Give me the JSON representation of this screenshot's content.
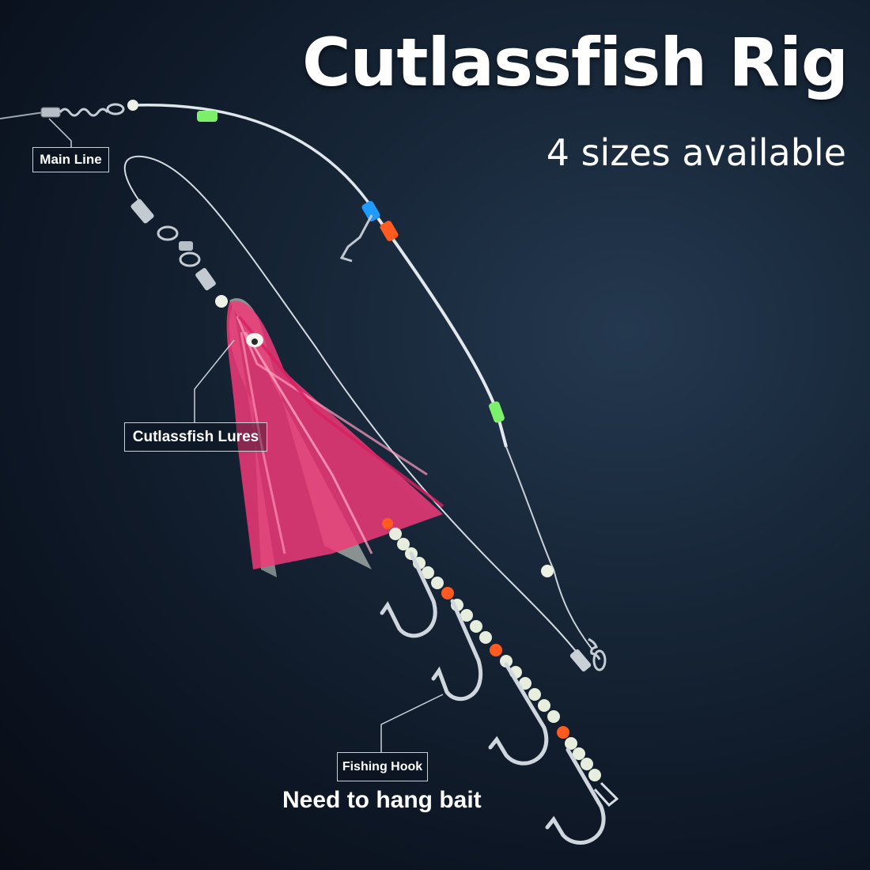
{
  "banner": {
    "title": "Cutlassfish Rig",
    "subtitle": "4 sizes available"
  },
  "callouts": {
    "main_line": "Main Line",
    "lures": "Cutlassfish Lures",
    "hook": "Fishing Hook"
  },
  "note": "Need to hang bait",
  "colors": {
    "background": "#0d1422",
    "lure_pink": "#f03a78",
    "glow_bead": "#e8eedd",
    "orange_bead": "#ff5a1f",
    "green_tube": "#7cf06a",
    "blue_tube": "#1f9bff",
    "line": "#dfe6ec"
  },
  "icons": [
    "swivel-icon",
    "snap-icon",
    "hook-icon",
    "bead-icon",
    "squid-lure-icon"
  ]
}
